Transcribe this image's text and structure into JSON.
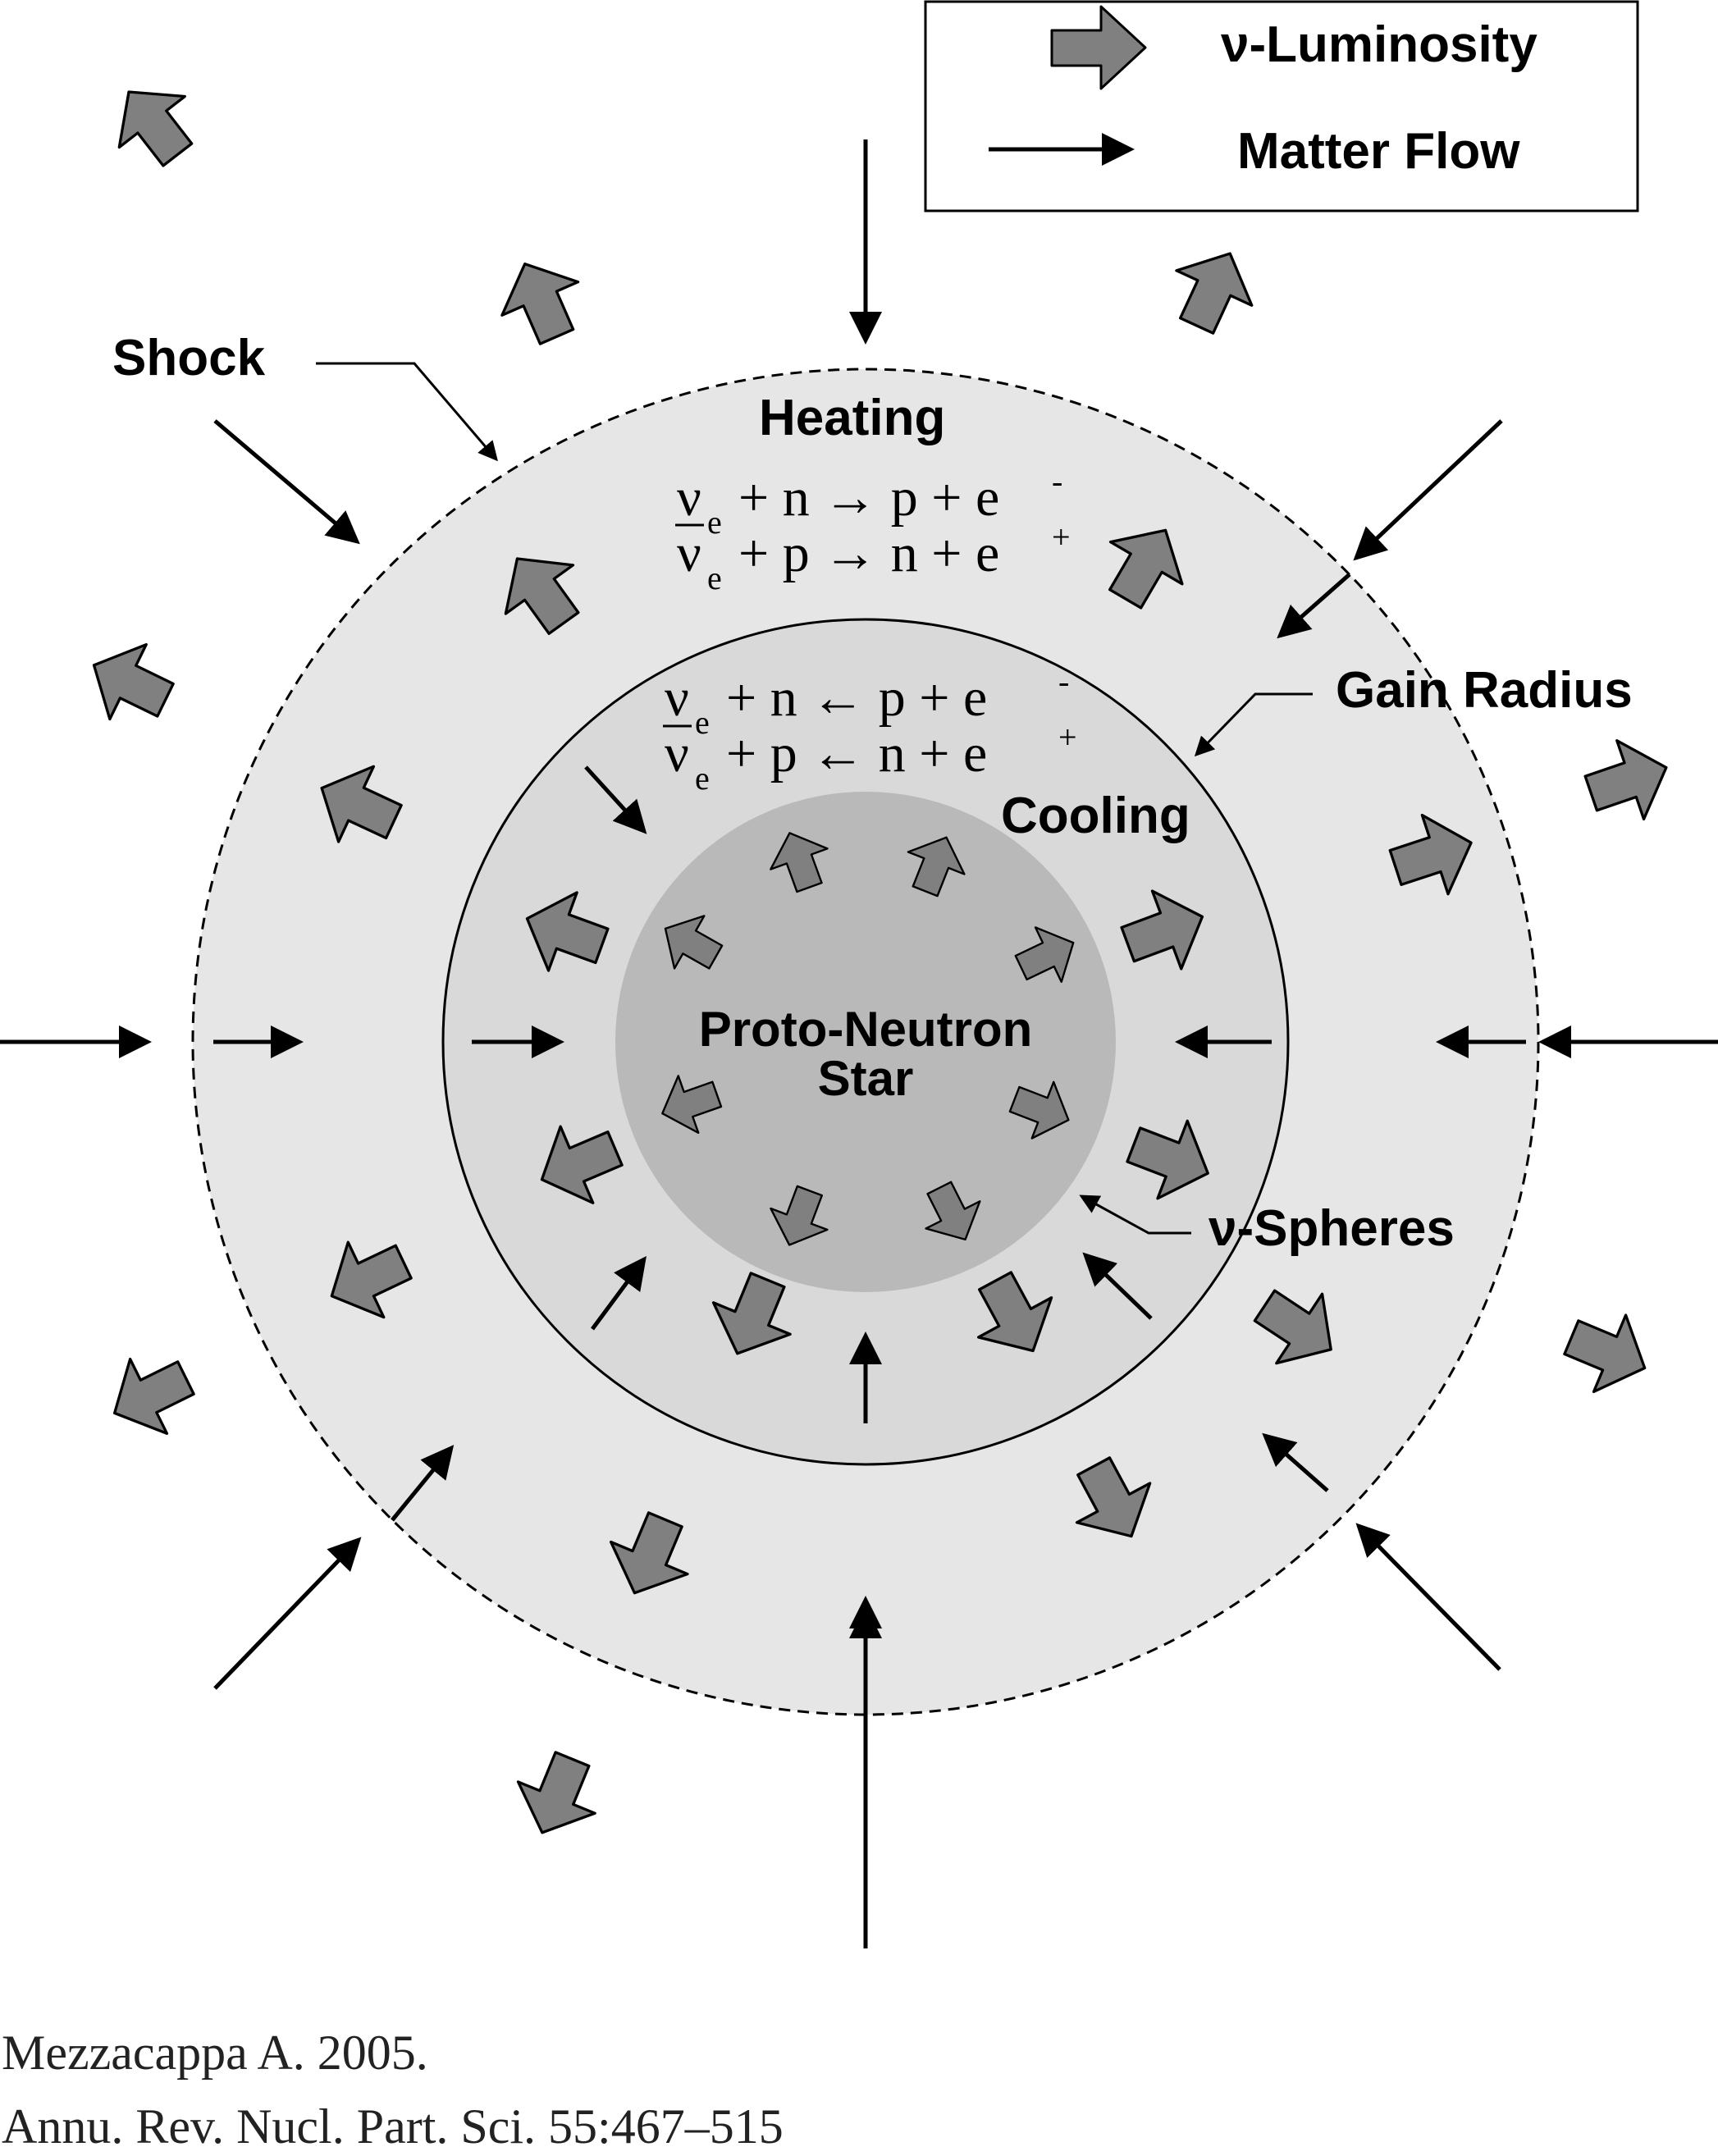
{
  "legend": {
    "luminosity_label": "ν-Luminosity",
    "matter_flow_label": "Matter Flow"
  },
  "regions": {
    "shock": "Shock",
    "heating": "Heating",
    "gain_radius": "Gain Radius",
    "cooling": "Cooling",
    "proto_neutron_star_line1": "Proto-Neutron",
    "proto_neutron_star_line2": "Star",
    "nu_spheres": "ν-Spheres"
  },
  "equations": {
    "heating_1": {
      "nu": "ν",
      "sub": "e",
      "rest": "+ n → p + e",
      "sup": "-"
    },
    "heating_2": {
      "nu": "ν",
      "sub": "e",
      "rest": "+ p → n + e",
      "sup": "+"
    },
    "cooling_1": {
      "nu": "ν",
      "sub": "e",
      "rest": "+ n ←  p + e",
      "sup": "-"
    },
    "cooling_2": {
      "nu": "ν",
      "sub": "e",
      "rest": "+ p ←  n + e",
      "sup": "+"
    }
  },
  "citation": {
    "line1": "Mezzacappa A. 2005.",
    "line2": "Annu. Rev. Nucl. Part. Sci. 55:467–515"
  },
  "colors": {
    "outer_region": "#e6e6e6",
    "middle_region": "#d9d9d9",
    "core": "#b9b9b9",
    "luminosity_arrow": "#808080",
    "line": "#000000"
  }
}
